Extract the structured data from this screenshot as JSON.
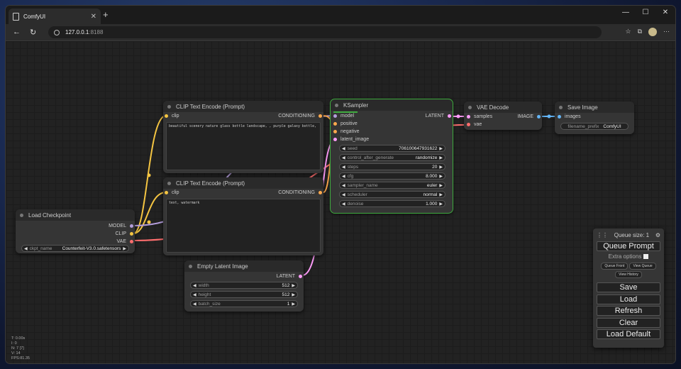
{
  "browser": {
    "tab_title": "ComfyUI",
    "tab_close": "✕",
    "new_tab": "+",
    "url_host": "127.0.0.1",
    "url_port": ":8188",
    "controls": [
      "—",
      "☐",
      "✕"
    ],
    "nav": {
      "back": "←",
      "reload": "↻"
    },
    "toolbar_icons": [
      "sidebar-icon",
      "screenshot-icon",
      "extension-icon",
      "read-aloud-icon",
      "translate-icon",
      "favorite-icon",
      "favorites-icon",
      "collections-icon",
      "profile-icon",
      "more-icon"
    ]
  },
  "nodes": {
    "clip1": {
      "title": "CLIP Text Encode (Prompt)",
      "in_clip": "clip",
      "out": "CONDITIONING",
      "text": "beautiful scenery nature glass bottle landscape, , purple galaxy bottle,"
    },
    "clip2": {
      "title": "CLIP Text Encode (Prompt)",
      "in_clip": "clip",
      "out": "CONDITIONING",
      "text": "text, watermark"
    },
    "ksampler": {
      "title": "KSampler",
      "inputs": {
        "model": "model",
        "positive": "positive",
        "negative": "negative",
        "latent_image": "latent_image"
      },
      "out": "LATENT",
      "widgets": [
        {
          "label": "seed",
          "value": "706100647931622"
        },
        {
          "label": "control_after_generate",
          "value": "randomize"
        },
        {
          "label": "steps",
          "value": "20"
        },
        {
          "label": "cfg",
          "value": "8.000"
        },
        {
          "label": "sampler_name",
          "value": "euler"
        },
        {
          "label": "scheduler",
          "value": "normal"
        },
        {
          "label": "denoise",
          "value": "1.000"
        }
      ]
    },
    "vae_decode": {
      "title": "VAE Decode",
      "in_samples": "samples",
      "in_vae": "vae",
      "out": "IMAGE"
    },
    "save_image": {
      "title": "Save Image",
      "in_images": "images",
      "widget_label": "filename_prefix",
      "widget_value": "ComfyUI"
    },
    "checkpoint": {
      "title": "Load Checkpoint",
      "out_model": "MODEL",
      "out_clip": "CLIP",
      "out_vae": "VAE",
      "widget_label": "ckpt_name",
      "widget_value": "Counterfeit-V3.0.safetensors"
    },
    "latent": {
      "title": "Empty Latent Image",
      "out": "LATENT",
      "widgets": [
        {
          "label": "width",
          "value": "512"
        },
        {
          "label": "height",
          "value": "512"
        },
        {
          "label": "batch_size",
          "value": "1"
        }
      ]
    }
  },
  "queue": {
    "size_label": "Queue size: 1",
    "queue_prompt": "Queue Prompt",
    "extra_options": "Extra options",
    "queue_front": "Queue Front",
    "view_queue": "View Queue",
    "view_history": "View History",
    "save": "Save",
    "load": "Load",
    "refresh": "Refresh",
    "clear": "Clear",
    "load_default": "Load Default"
  },
  "stats": [
    "T: 0.00s",
    "I: 0",
    "N: 7 [7]",
    "V: 14",
    "FPS:81.35"
  ],
  "colors": {
    "clip": "#f5c542",
    "model": "#b39ddb",
    "vae": "#ff6e6e",
    "conditioning": "#ffa94d",
    "latent": "#ff9cf9",
    "image": "#64b5f6",
    "selected": "#3faa3f"
  }
}
